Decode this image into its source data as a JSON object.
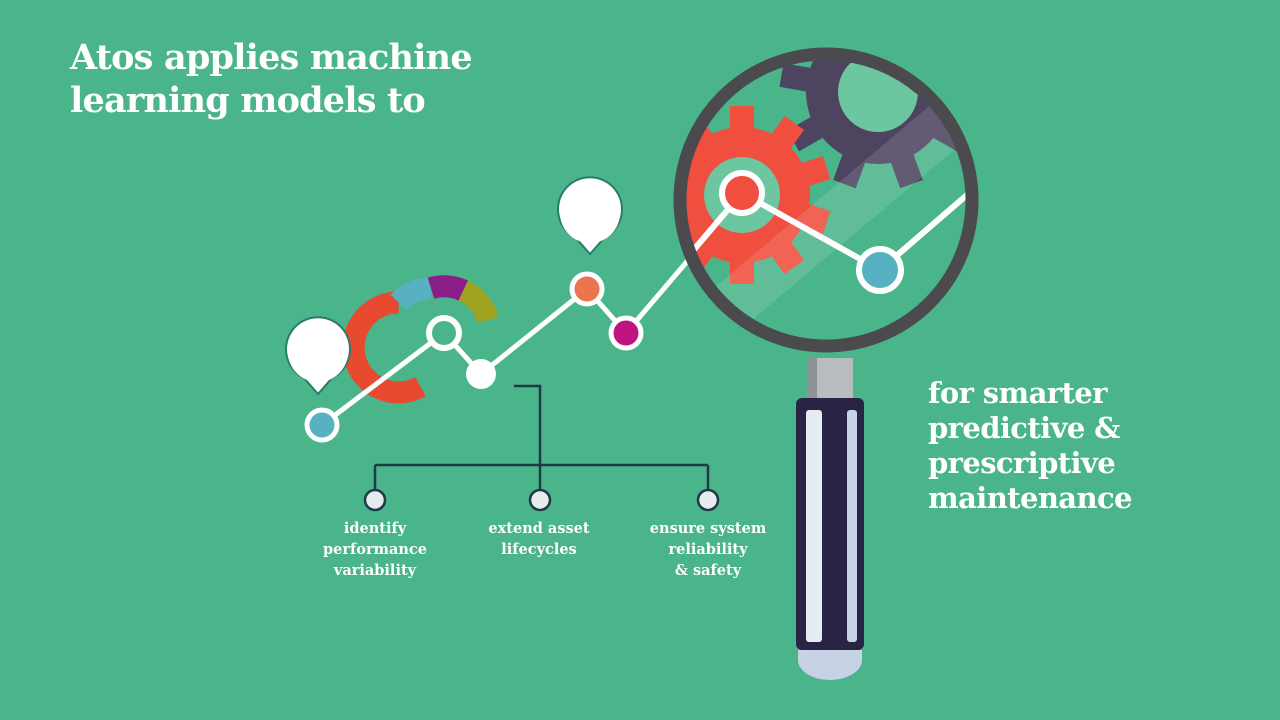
{
  "headline": {
    "line1": "Atos applies machine",
    "line2": "learning models to"
  },
  "tagline": {
    "lines": [
      "for smarter",
      "predictive &",
      "prescriptive",
      "maintenance"
    ]
  },
  "benefits": [
    {
      "lines": [
        "identify",
        "performance",
        "variability"
      ]
    },
    {
      "lines": [
        "extend asset",
        "lifecycles"
      ]
    },
    {
      "lines": [
        "ensure system",
        "reliability",
        "& safety"
      ]
    }
  ],
  "colors": {
    "background": "#4ab48a",
    "line": "#ffffff",
    "connector": "#1f3a46",
    "gear_primary": "#f04e3e",
    "gear_secondary": "#4d4560",
    "lens_rim": "#4a4a4f",
    "handle": "#2a2444",
    "node_teal": "#58b1c0",
    "node_orange": "#ec7550",
    "node_magenta": "#c0157e",
    "donut_segments": [
      "#e74a2e",
      "#58b1c0",
      "#8b1d88",
      "#a0a31f"
    ]
  },
  "icons": [
    "gear-icon",
    "magnifying-glass-icon",
    "donut-chart-icon",
    "map-pin-icon"
  ]
}
